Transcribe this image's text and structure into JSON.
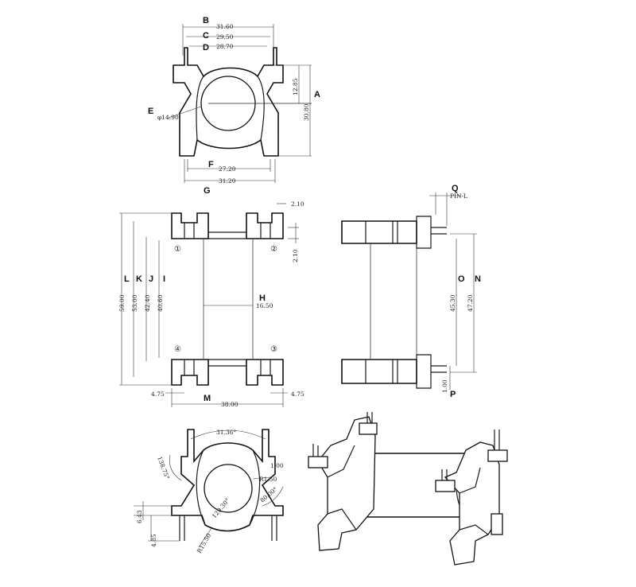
{
  "labels": {
    "A": "A",
    "B": "B",
    "C": "C",
    "D": "D",
    "E": "E",
    "F": "F",
    "G": "G",
    "H": "H",
    "I": "I",
    "J": "J",
    "K": "K",
    "L": "L",
    "M": "M",
    "N": "N",
    "O": "O",
    "P": "P",
    "Q": "Q"
  },
  "dims": {
    "B": "31.60",
    "C": "29.50",
    "D": "28.70",
    "A1": "12.85",
    "A": "30.80",
    "E": "φ14.90",
    "F": "27.20",
    "G": "31.20",
    "top_w": "2.10",
    "top_h": "2.10",
    "H": "16.50",
    "L": "59.00",
    "K": "53.00",
    "J": "42.40",
    "I": "40.60",
    "left": "4.75",
    "M": "38.00",
    "right": "4.75",
    "Q": "PIN-L",
    "N": "47.20",
    "O": "45.30",
    "P": "1.00",
    "ang1": "31.36°",
    "ang2": "138.75°",
    "r1": "1.00",
    "r2": "R1.50",
    "ang3": "80.00°",
    "ang4": "129.30°",
    "d1": "6.43",
    "d2": "4.85",
    "r3": "R15.50"
  },
  "pins": [
    "①",
    "②",
    "③",
    "④"
  ]
}
